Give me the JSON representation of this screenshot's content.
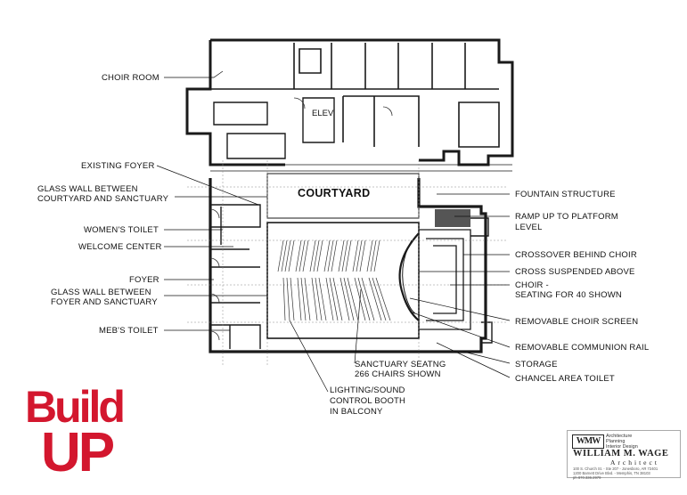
{
  "plan": {
    "courtyard": "COURTYARD",
    "elev": "ELEV"
  },
  "labels_left": [
    "CHOIR ROOM",
    "EXISTING FOYER",
    "GLASS WALL BETWEEN",
    "COURTYARD AND SANCTUARY",
    "WOMEN'S TOILET",
    "WELCOME CENTER",
    "FOYER",
    "GLASS WALL BETWEEN",
    "FOYER AND SANCTUARY",
    "MEB'S TOILET"
  ],
  "labels_right": [
    "FOUNTAIN STRUCTURE",
    "RAMP UP TO PLATFORM",
    "LEVEL",
    "CROSSOVER BEHIND CHOIR",
    "CROSS SUSPENDED ABOVE",
    "CHOIR -",
    "SEATING FOR 40 SHOWN",
    "REMOVABLE CHOIR SCREEN",
    "REMOVABLE COMMUNION RAIL",
    "STORAGE",
    "CHANCEL AREA TOILET"
  ],
  "labels_bottom": [
    "SANCTUARY SEATNG",
    "266 CHAIRS SHOWN",
    "LIGHTING/SOUND",
    "CONTROL BOOTH",
    "IN BALCONY"
  ],
  "logo": {
    "line1": "Build",
    "line2": "UP",
    "color": "#d3172e"
  },
  "architect": {
    "monogram": "WMW",
    "tagline_1": "Architecture",
    "tagline_2": "Planning",
    "tagline_3": "Interior Design",
    "name": "WILLIAM M. WAGE",
    "role": "Architect",
    "addr_1": "100 S. Church St. - Ste 207 - Jonesboro, AR 72401",
    "addr_2": "1200 Barnett Drive Blvd. - Memphis, TN 38103",
    "addr_3": "ph 870.336.2979"
  }
}
